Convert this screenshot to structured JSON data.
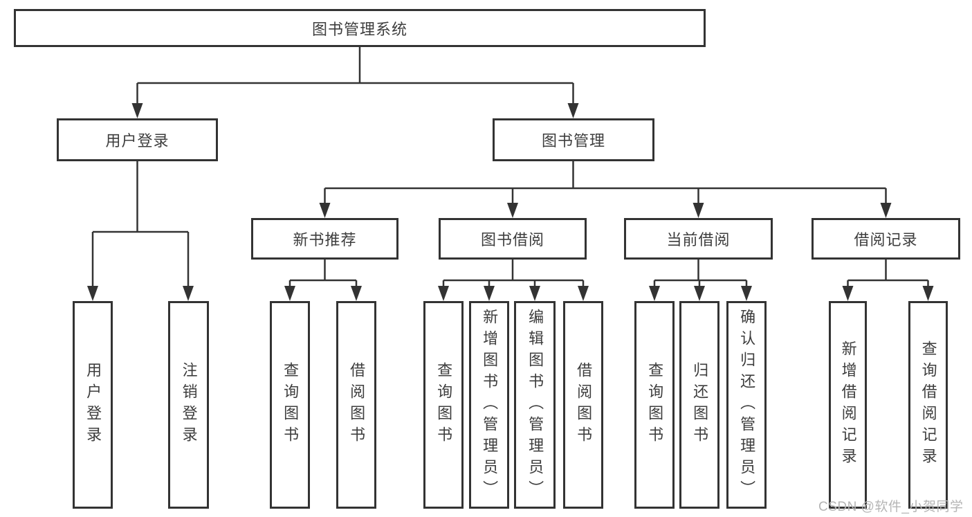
{
  "colors": {
    "line": "#333333",
    "box_border": "#333333",
    "text": "#3d3d3d",
    "watermark": "#b5b5b5",
    "background": "#ffffff"
  },
  "diagram": {
    "root": {
      "label": "图书管理系统"
    },
    "level1": [
      {
        "label": "用户登录"
      },
      {
        "label": "图书管理"
      }
    ],
    "level2": [
      {
        "label": "新书推荐"
      },
      {
        "label": "图书借阅"
      },
      {
        "label": "当前借阅"
      },
      {
        "label": "借阅记录"
      }
    ],
    "leaves": {
      "user_login": [
        "用户登录",
        "注销登录"
      ],
      "new_books": [
        "查询图书",
        "借阅图书"
      ],
      "book_borrow": [
        "查询图书",
        "新增图书（管理员）",
        "编辑图书（管理员）",
        "借阅图书"
      ],
      "current_borrow": [
        "查询图书",
        "归还图书",
        "确认归还（管理员）"
      ],
      "borrow_records": [
        "新增借阅记录",
        "查询借阅记录"
      ]
    }
  },
  "watermark": {
    "text": "CSDN @软件_小贺同学"
  }
}
